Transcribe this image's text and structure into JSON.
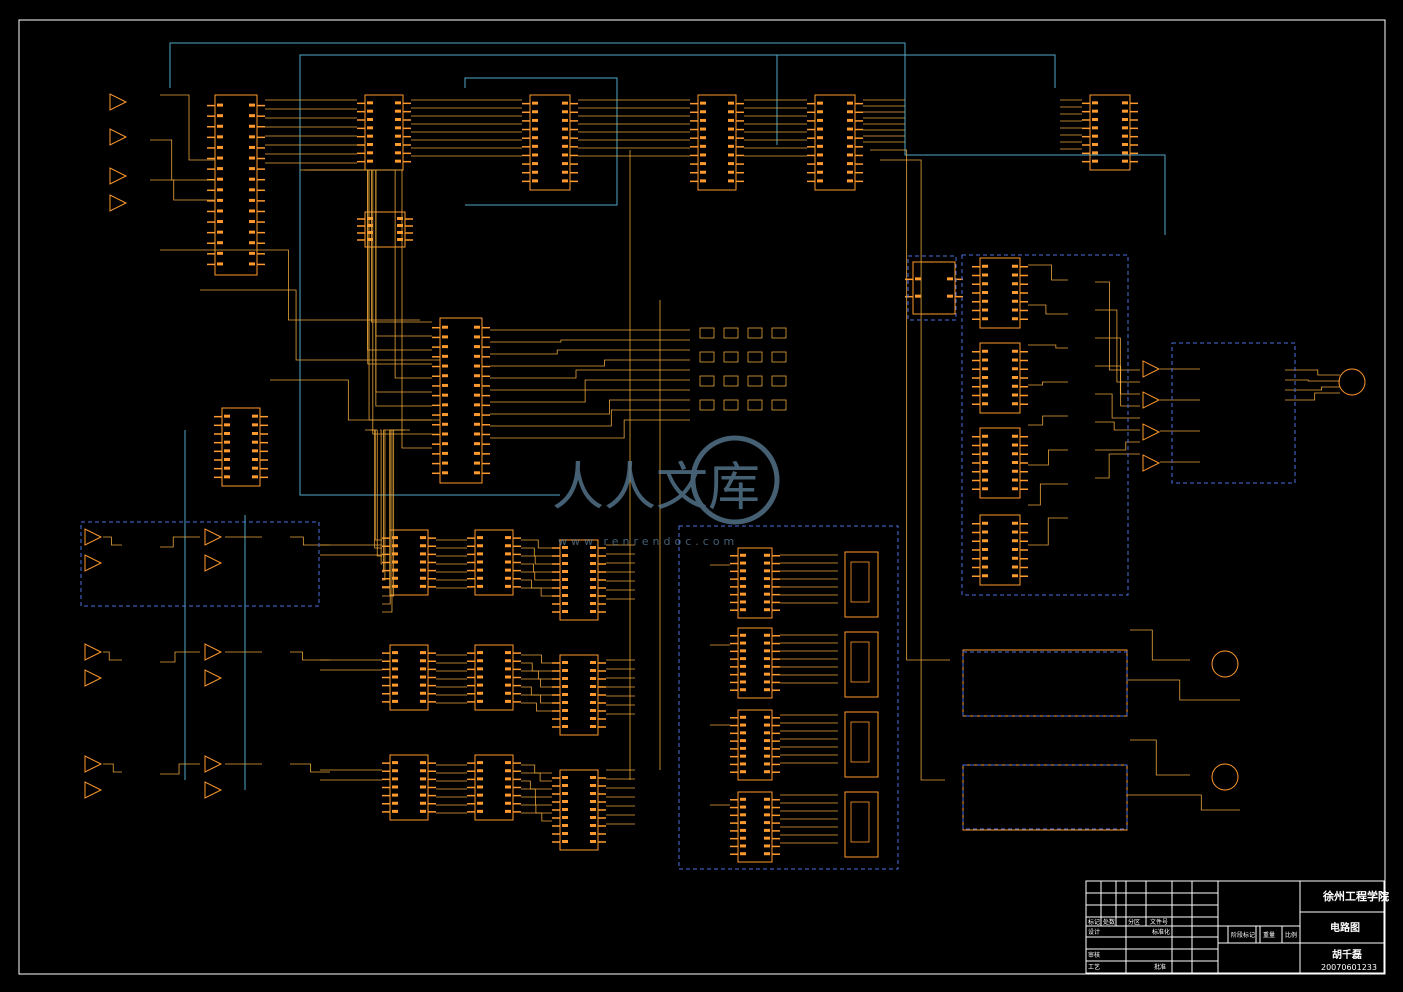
{
  "colors": {
    "background": "#000000",
    "frame": "#ffffff",
    "wire": "#e8a53a",
    "pin": "#ff9a2e",
    "bus": "#4fa8c8",
    "group_box": "#4a6fe0",
    "watermark": "#5d7f9a"
  },
  "watermark": {
    "brand_cn": "人人文库",
    "url": "www.renrendoc.com"
  },
  "title_block": {
    "school": "徐州工程学院",
    "drawing_name": "电路图",
    "designer": "胡千磊",
    "drawing_number": "20070601233",
    "row_labels": {
      "mark": "标记",
      "count": "处数",
      "zone": "分区",
      "doc_no": "文件号",
      "design": "设计",
      "standard": "标准化",
      "review": "审核",
      "process": "工艺",
      "approve": "批准",
      "stage": "阶段标记",
      "weight": "重量",
      "scale": "比例"
    }
  }
}
